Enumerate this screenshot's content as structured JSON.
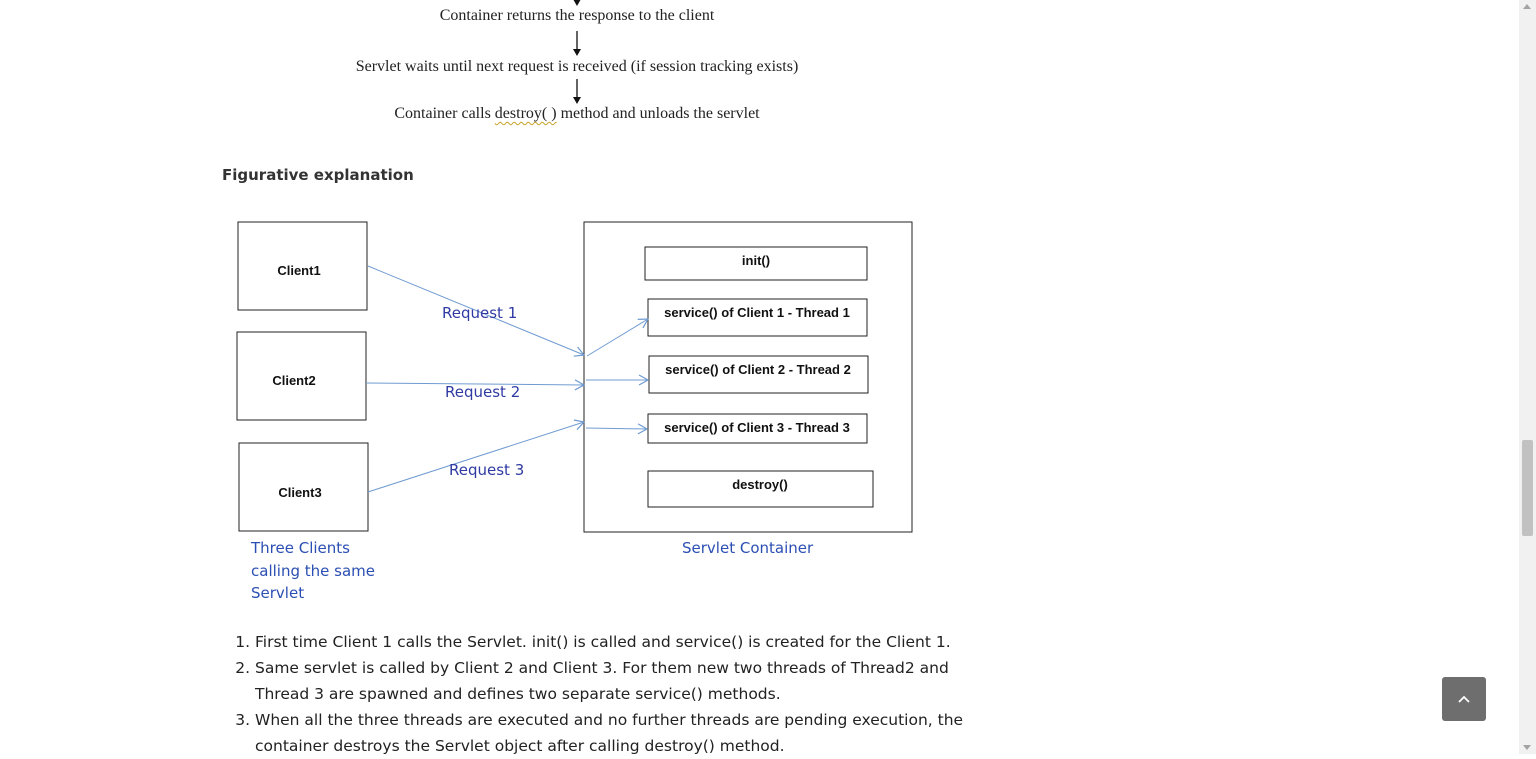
{
  "flowchart": {
    "step_response": "Container returns the response to the client",
    "step_wait": "Servlet waits until next request is received (if session tracking exists)",
    "step_destroy_before": "Container calls ",
    "step_destroy_method": "destroy( )",
    "step_destroy_after": " method and unloads the servlet"
  },
  "section": {
    "heading": "Figurative explanation"
  },
  "diagram": {
    "clients": [
      "Client1",
      "Client2",
      "Client3"
    ],
    "requests": [
      "Request 1",
      "Request 2",
      "Request 3"
    ],
    "container_methods": {
      "init": "init()",
      "service_1": "service() of Client 1 -  Thread 1",
      "service_2": "service() of Client 2 -  Thread 2",
      "service_3": "service() of Client 3 -  Thread 3",
      "destroy": "destroy()"
    },
    "clients_caption": [
      "Three Clients",
      "calling the same",
      "Servlet"
    ],
    "container_caption": "Servlet Container",
    "colors": {
      "arrow": "#6f9bd1",
      "label": "#2f3aa3",
      "caption": "#2b4fb3"
    }
  },
  "steps": [
    "First time Client 1 calls the Servlet. init() is called and service() is created for the Client 1.",
    "Same servlet is called by Client 2 and Client 3. For them new two threads of Thread2 and Thread 3 are spawned and defines two separate service() methods.",
    "When all the three threads are executed and no further threads are pending execution, the container destroys the Servlet object after calling destroy() method."
  ],
  "ui": {
    "back_to_top_icon": "chevron-up-icon"
  }
}
